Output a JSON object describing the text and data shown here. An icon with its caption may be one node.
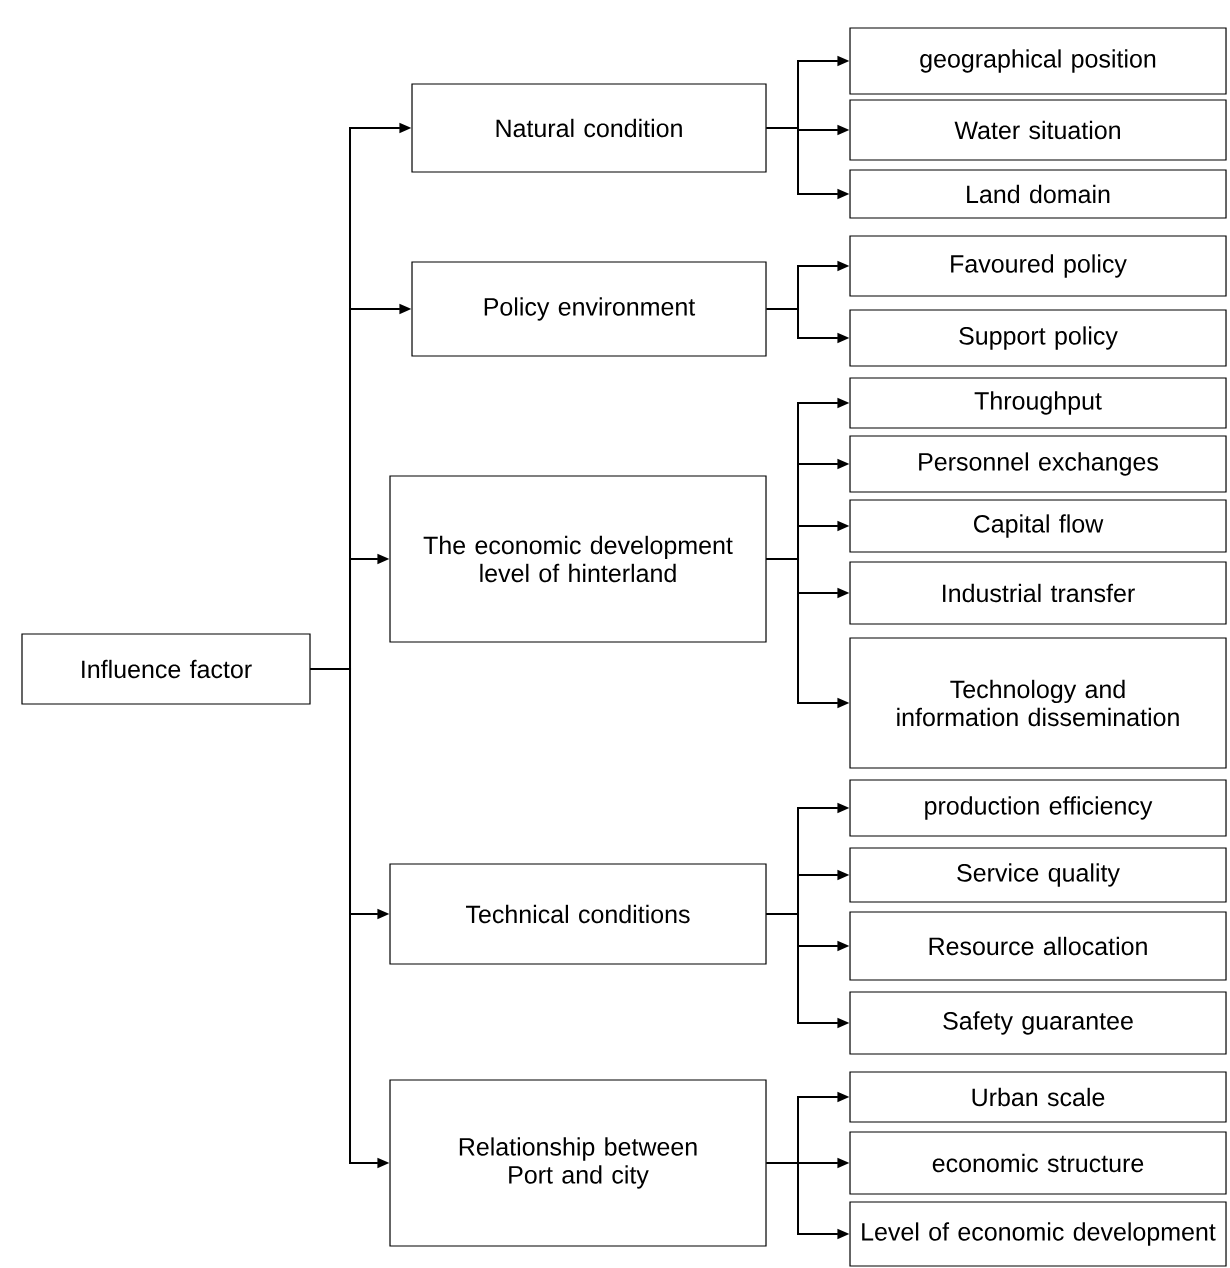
{
  "diagram": {
    "nodes": [
      {
        "text": [
          "Influence factor"
        ]
      },
      {
        "text": [
          "Natural condition"
        ]
      },
      {
        "text": [
          "geographical position"
        ]
      },
      {
        "text": [
          "Water situation"
        ]
      },
      {
        "text": [
          "Land domain"
        ]
      },
      {
        "text": [
          "Policy environment"
        ]
      },
      {
        "text": [
          "Favoured policy"
        ]
      },
      {
        "text": [
          "Support policy"
        ]
      },
      {
        "text": [
          "The economic development level of hinterland"
        ]
      },
      {
        "text": [
          "Throughput"
        ]
      },
      {
        "text": [
          "Personnel exchanges"
        ]
      },
      {
        "text": [
          "Capital flow"
        ]
      },
      {
        "text": [
          "Industrial transfer"
        ]
      },
      {
        "text": [
          "Technology and information dissemination"
        ]
      },
      {
        "text": [
          "Technical conditions"
        ]
      },
      {
        "text": [
          "production efficiency"
        ]
      },
      {
        "text": [
          "Service quality"
        ]
      },
      {
        "text": [
          "Resource allocation"
        ]
      },
      {
        "text": [
          "Safety guarantee"
        ]
      },
      {
        "text": [
          "Relationship between Port and city"
        ]
      },
      {
        "text": [
          "Urban scale"
        ]
      },
      {
        "text": [
          "economic structure"
        ]
      },
      {
        "text": [
          "Level of economic development"
        ]
      }
    ],
    "edges": [
      {
        "from": 0,
        "to": 1,
        "arrow": "to"
      },
      {
        "from": 0,
        "to": 5,
        "arrow": "to"
      },
      {
        "from": 0,
        "to": 8,
        "arrow": "to"
      },
      {
        "from": 0,
        "to": 14,
        "arrow": "to"
      },
      {
        "from": 0,
        "to": 19,
        "arrow": "to"
      },
      {
        "from": 1,
        "to": 2,
        "arrow": "to"
      },
      {
        "from": 1,
        "to": 3,
        "arrow": "to"
      },
      {
        "from": 1,
        "to": 4,
        "arrow": "to"
      },
      {
        "from": 5,
        "to": 6,
        "arrow": "to"
      },
      {
        "from": 5,
        "to": 7,
        "arrow": "to"
      },
      {
        "from": 8,
        "to": 9,
        "arrow": "to"
      },
      {
        "from": 8,
        "to": 10,
        "arrow": "to"
      },
      {
        "from": 8,
        "to": 11,
        "arrow": "to"
      },
      {
        "from": 8,
        "to": 12,
        "arrow": "to"
      },
      {
        "from": 8,
        "to": 13,
        "arrow": "to"
      },
      {
        "from": 14,
        "to": 15,
        "arrow": "to"
      },
      {
        "from": 14,
        "to": 16,
        "arrow": "to"
      },
      {
        "from": 14,
        "to": 17,
        "arrow": "to"
      },
      {
        "from": 14,
        "to": 18,
        "arrow": "to"
      },
      {
        "from": 19,
        "to": 20,
        "arrow": "to"
      },
      {
        "from": 19,
        "to": 21,
        "arrow": "to"
      },
      {
        "from": 19,
        "to": 22,
        "arrow": "to"
      }
    ]
  }
}
